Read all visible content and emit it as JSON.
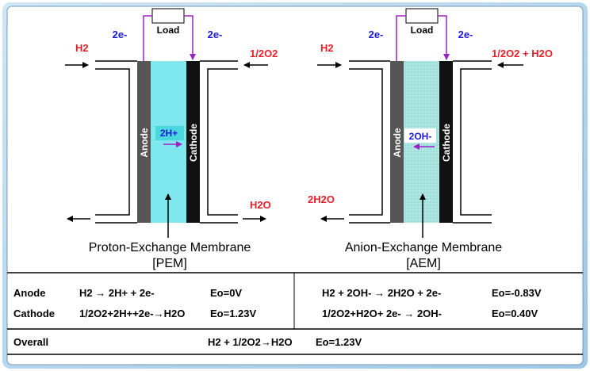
{
  "pem": {
    "h2": "H2",
    "e_left": "2e-",
    "e_right": "2e-",
    "load": "Load",
    "o2": "1/2O2",
    "anode": "Anode",
    "cathode": "Cathode",
    "ion": "2H+",
    "water": "H2O",
    "caption1": "Proton-Exchange Membrane",
    "caption2": "[PEM]"
  },
  "aem": {
    "h2": "H2",
    "e_left": "2e-",
    "e_right": "2e-",
    "load": "Load",
    "o2": "1/2O2 + H2O",
    "anode": "Anode",
    "cathode": "Cathode",
    "ion": "2OH-",
    "water": "2H2O",
    "caption1": "Anion-Exchange Membrane",
    "caption2": "[AEM]"
  },
  "table": {
    "anode_label": "Anode",
    "cathode_label": "Cathode",
    "overall_label": "Overall",
    "pem_anode_eq": "H2 → 2H+ + 2e-",
    "pem_anode_e": "Eo=0V",
    "pem_cathode_eq": "1/2O2+2H++2e-→H2O",
    "pem_cathode_e": "Eo=1.23V",
    "aem_anode_eq": "H2 + 2OH- → 2H2O + 2e-",
    "aem_anode_e": "Eo=-0.83V",
    "aem_cathode_eq": "1/2O2+H2O+ 2e- → 2OH-",
    "aem_cathode_e": "Eo=0.40V",
    "overall_eq": "H2 + 1/2O2→H2O",
    "overall_e": "Eo=1.23V"
  },
  "colors": {
    "membrane_pem": "#7fe8ee",
    "membrane_aem": "#a6e2de",
    "anode": "#555555",
    "cathode": "#111111",
    "wire": "#a020c8",
    "reactant": "#e8202a",
    "electron": "#1a1adc"
  }
}
